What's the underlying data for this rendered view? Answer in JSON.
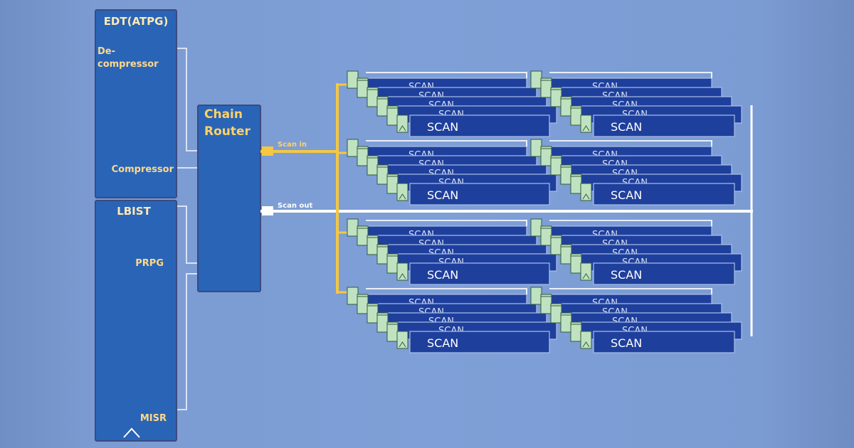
{
  "blocks": {
    "edt": {
      "title": "EDT(ATPG)",
      "decompressor_line1": "De-",
      "decompressor_line2": "compressor",
      "compressor": "Compressor"
    },
    "lbist": {
      "title": "LBIST",
      "prpg": "PRPG",
      "misr": "MISR"
    },
    "router": {
      "line1": "Chain",
      "line2": "Router"
    }
  },
  "signals": {
    "scan_in": "Scan in",
    "scan_out": "Scan out"
  },
  "scan_label": "SCAN",
  "colors": {
    "background": "#7e9fd7",
    "block_fill": "#2a64b6",
    "block_border": "#3a4a80",
    "block_title": "#ffe9b5",
    "block_label": "#ffd98a",
    "router_label": "#ffd266",
    "scan_in_wire": "#f5c842",
    "scan_out_wire": "#ffffff",
    "scan_chain_fill": "#1f3f9c",
    "scan_chain_border": "#a9c0ea",
    "flop_fill": "#bfe3c0",
    "flop_border": "#355a3a"
  }
}
